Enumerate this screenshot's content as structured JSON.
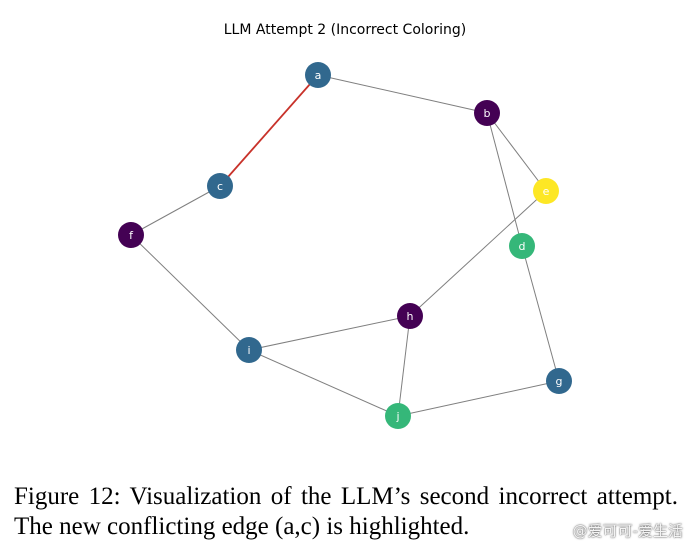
{
  "diagram": {
    "title": "LLM Attempt 2 (Incorrect Coloring)",
    "palette": {
      "purple": "#440154",
      "blue": "#31688e",
      "green": "#35b779",
      "yellow": "#fde725",
      "edge": "#7f7f7f",
      "conflict_edge": "#c8322a"
    },
    "nodes": [
      {
        "id": "a",
        "label": "a",
        "color": "blue"
      },
      {
        "id": "b",
        "label": "b",
        "color": "purple"
      },
      {
        "id": "c",
        "label": "c",
        "color": "blue"
      },
      {
        "id": "d",
        "label": "d",
        "color": "green"
      },
      {
        "id": "e",
        "label": "e",
        "color": "yellow"
      },
      {
        "id": "f",
        "label": "f",
        "color": "purple"
      },
      {
        "id": "g",
        "label": "g",
        "color": "blue"
      },
      {
        "id": "h",
        "label": "h",
        "color": "purple"
      },
      {
        "id": "i",
        "label": "i",
        "color": "blue"
      },
      {
        "id": "j",
        "label": "j",
        "color": "green"
      }
    ],
    "edges": [
      {
        "from": "a",
        "to": "b",
        "conflict": false
      },
      {
        "from": "a",
        "to": "c",
        "conflict": true
      },
      {
        "from": "b",
        "to": "e",
        "conflict": false
      },
      {
        "from": "b",
        "to": "d",
        "conflict": false
      },
      {
        "from": "c",
        "to": "f",
        "conflict": false
      },
      {
        "from": "f",
        "to": "i",
        "conflict": false
      },
      {
        "from": "e",
        "to": "h",
        "conflict": false
      },
      {
        "from": "d",
        "to": "g",
        "conflict": false
      },
      {
        "from": "i",
        "to": "h",
        "conflict": false
      },
      {
        "from": "i",
        "to": "j",
        "conflict": false
      },
      {
        "from": "h",
        "to": "j",
        "conflict": false
      },
      {
        "from": "j",
        "to": "g",
        "conflict": false
      }
    ]
  },
  "caption": "Figure 12: Visualization of the LLM’s second incorrect attempt. The new conflicting edge (a,c) is highlighted.",
  "watermark": "@爱可可-爱生活"
}
